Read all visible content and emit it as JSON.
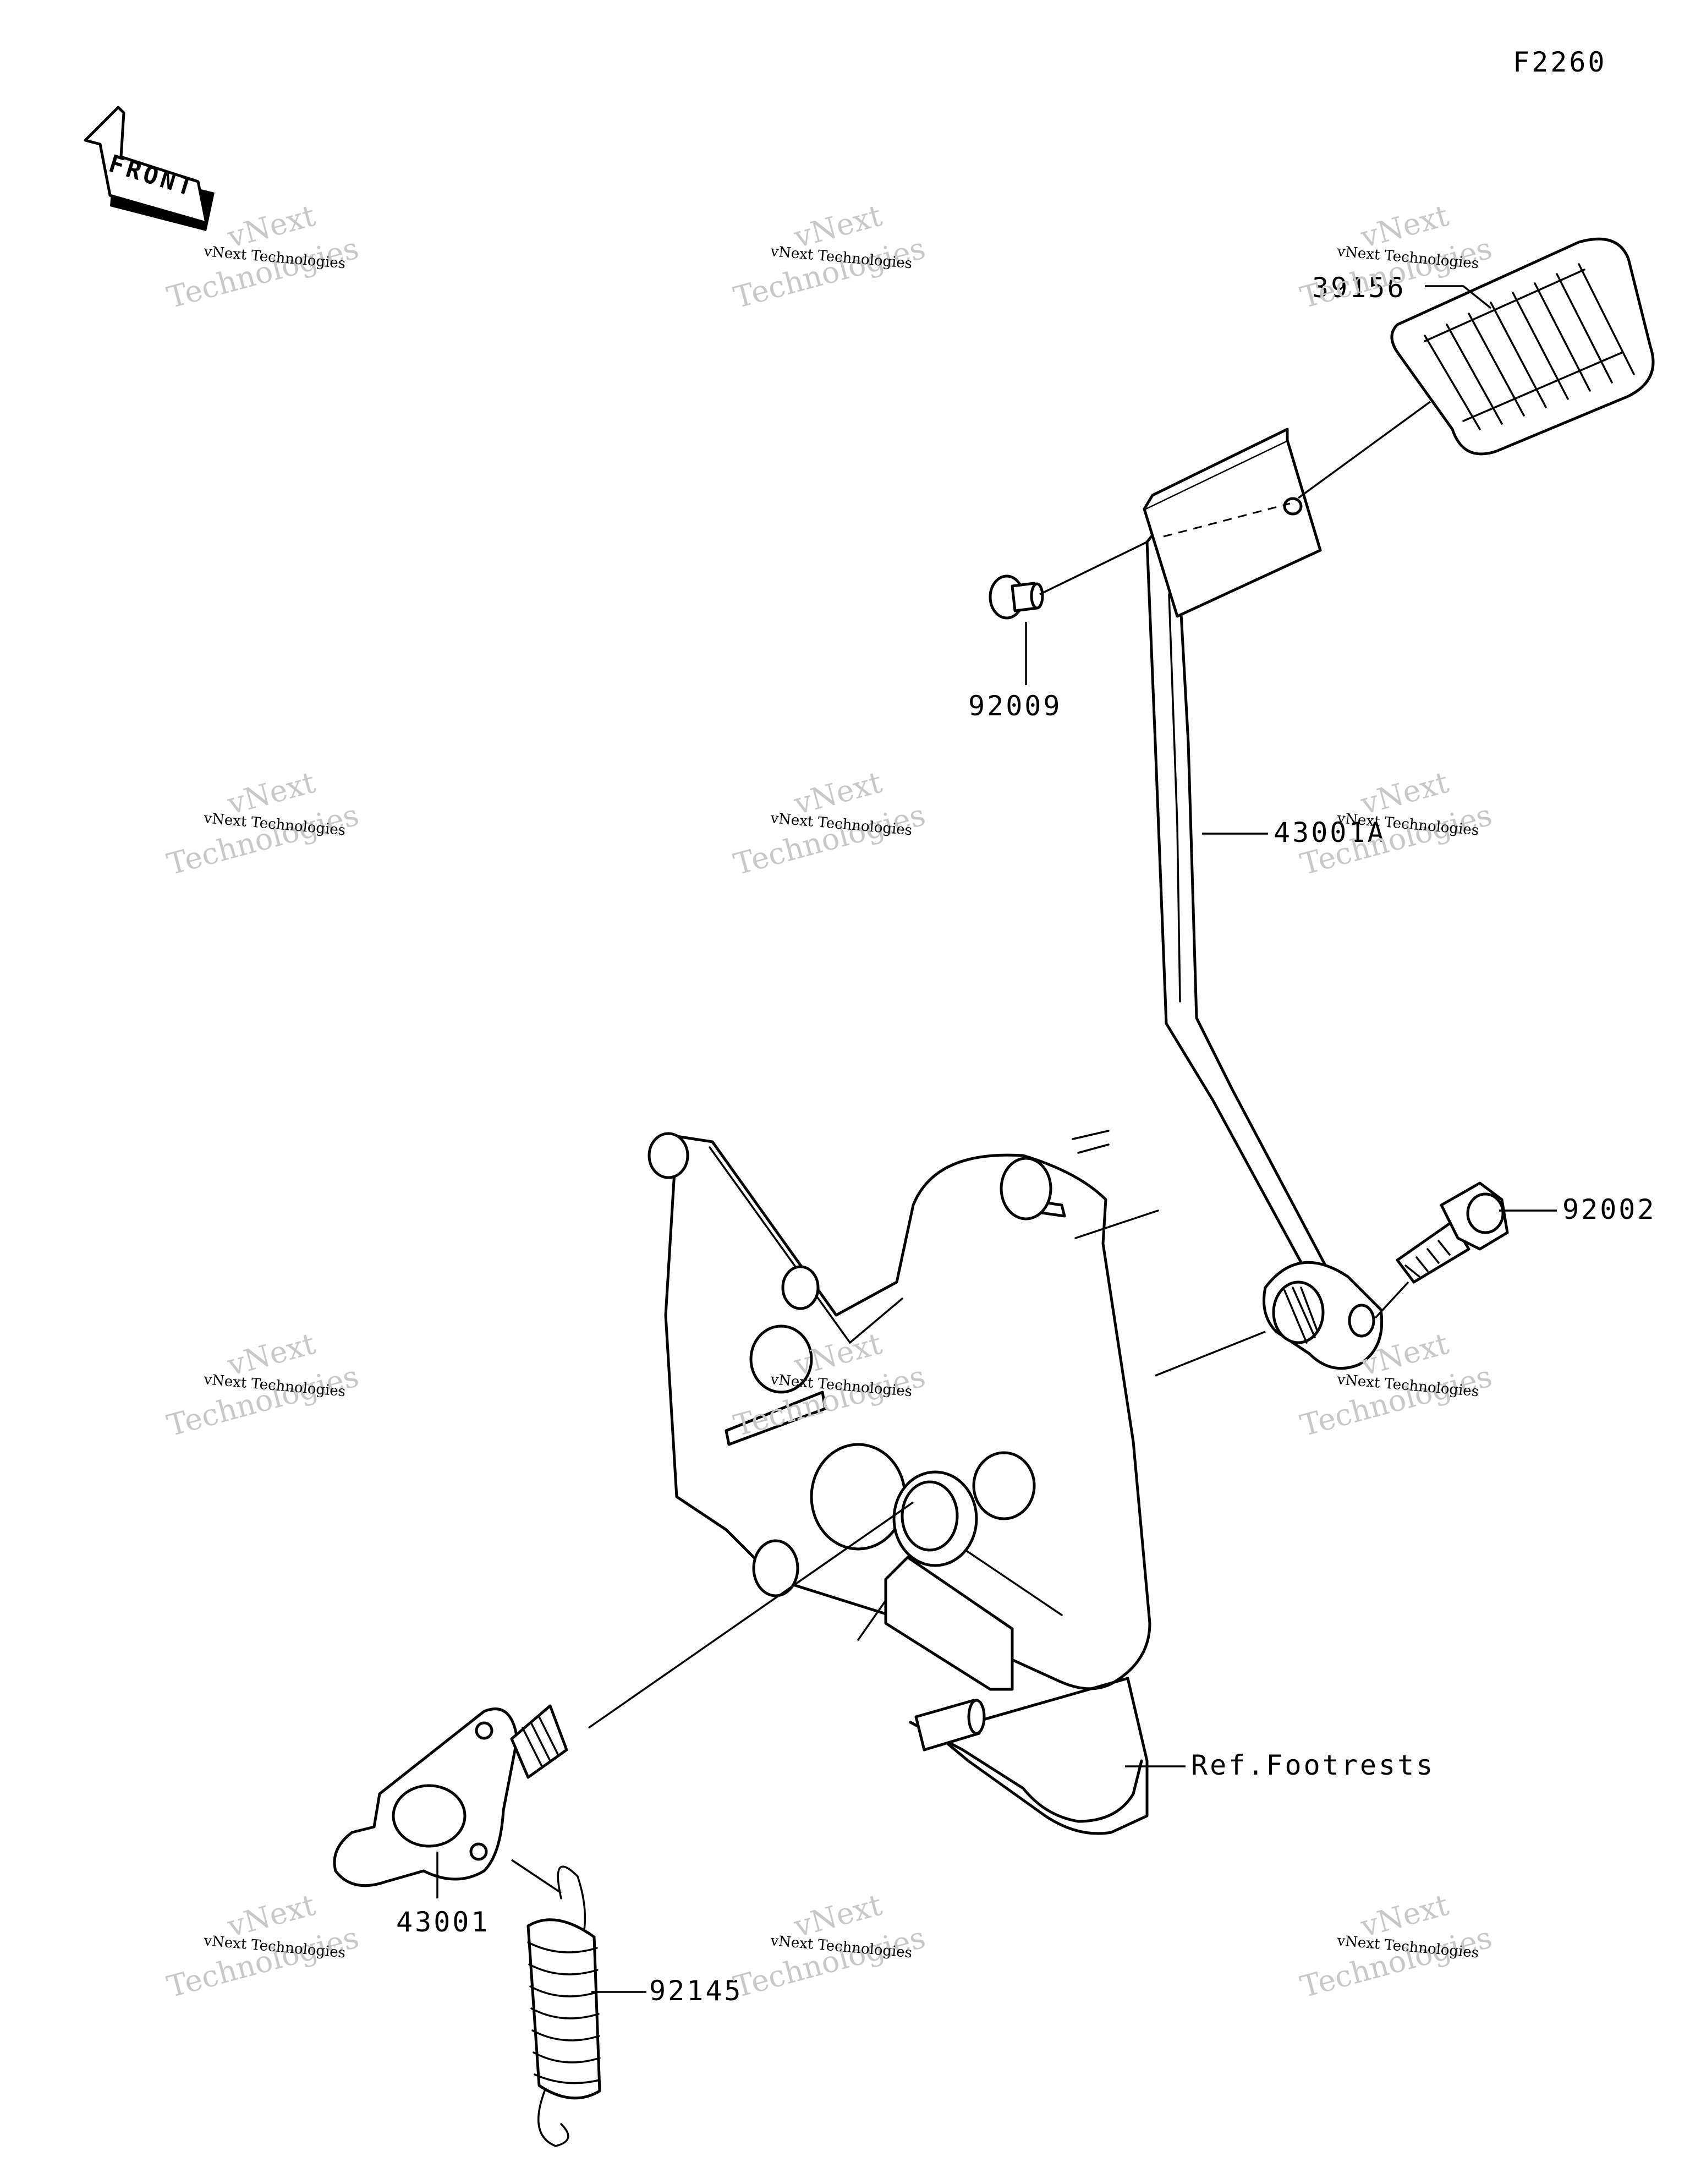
{
  "diagram_code": "F2260",
  "front_arrow_label": "FRONT",
  "watermark": {
    "line_small": "vNext Technologies",
    "line_big_1": "vNext",
    "line_big_2": "Technologies"
  },
  "parts": {
    "p39156": "39156",
    "p92009": "92009",
    "p43001A": "43001A",
    "p92002": "92002",
    "p43001": "43001",
    "p92145": "92145",
    "ref_footrests": "Ref.Footrests"
  }
}
